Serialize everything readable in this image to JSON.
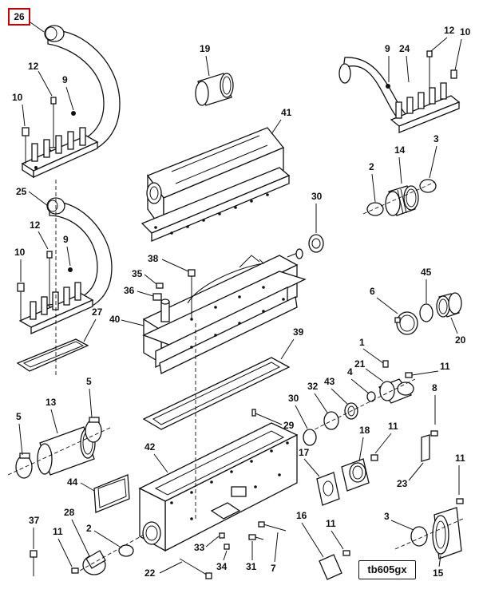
{
  "figure": {
    "highlighted_callout": "26",
    "identifier": "tb605gx",
    "callouts": [
      "26",
      "19",
      "41",
      "9",
      "12",
      "10",
      "24",
      "14",
      "3",
      "2",
      "25",
      "30",
      "12",
      "9",
      "10",
      "38",
      "35",
      "36",
      "45",
      "6",
      "20",
      "27",
      "40",
      "39",
      "1",
      "21",
      "11",
      "4",
      "43",
      "32",
      "5",
      "13",
      "5",
      "30",
      "29",
      "8",
      "42",
      "18",
      "11",
      "17",
      "11",
      "23",
      "44",
      "28",
      "2",
      "37",
      "11",
      "33",
      "34",
      "31",
      "7",
      "16",
      "11",
      "3",
      "22",
      "15"
    ]
  }
}
